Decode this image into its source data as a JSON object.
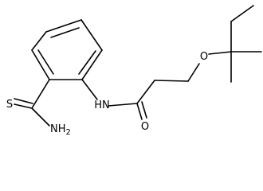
{
  "molecule": {
    "atoms": {
      "S": "S",
      "NH2": "NH2",
      "NH": "HN",
      "O_carbonyl": "O",
      "O_ether": "O"
    }
  }
}
